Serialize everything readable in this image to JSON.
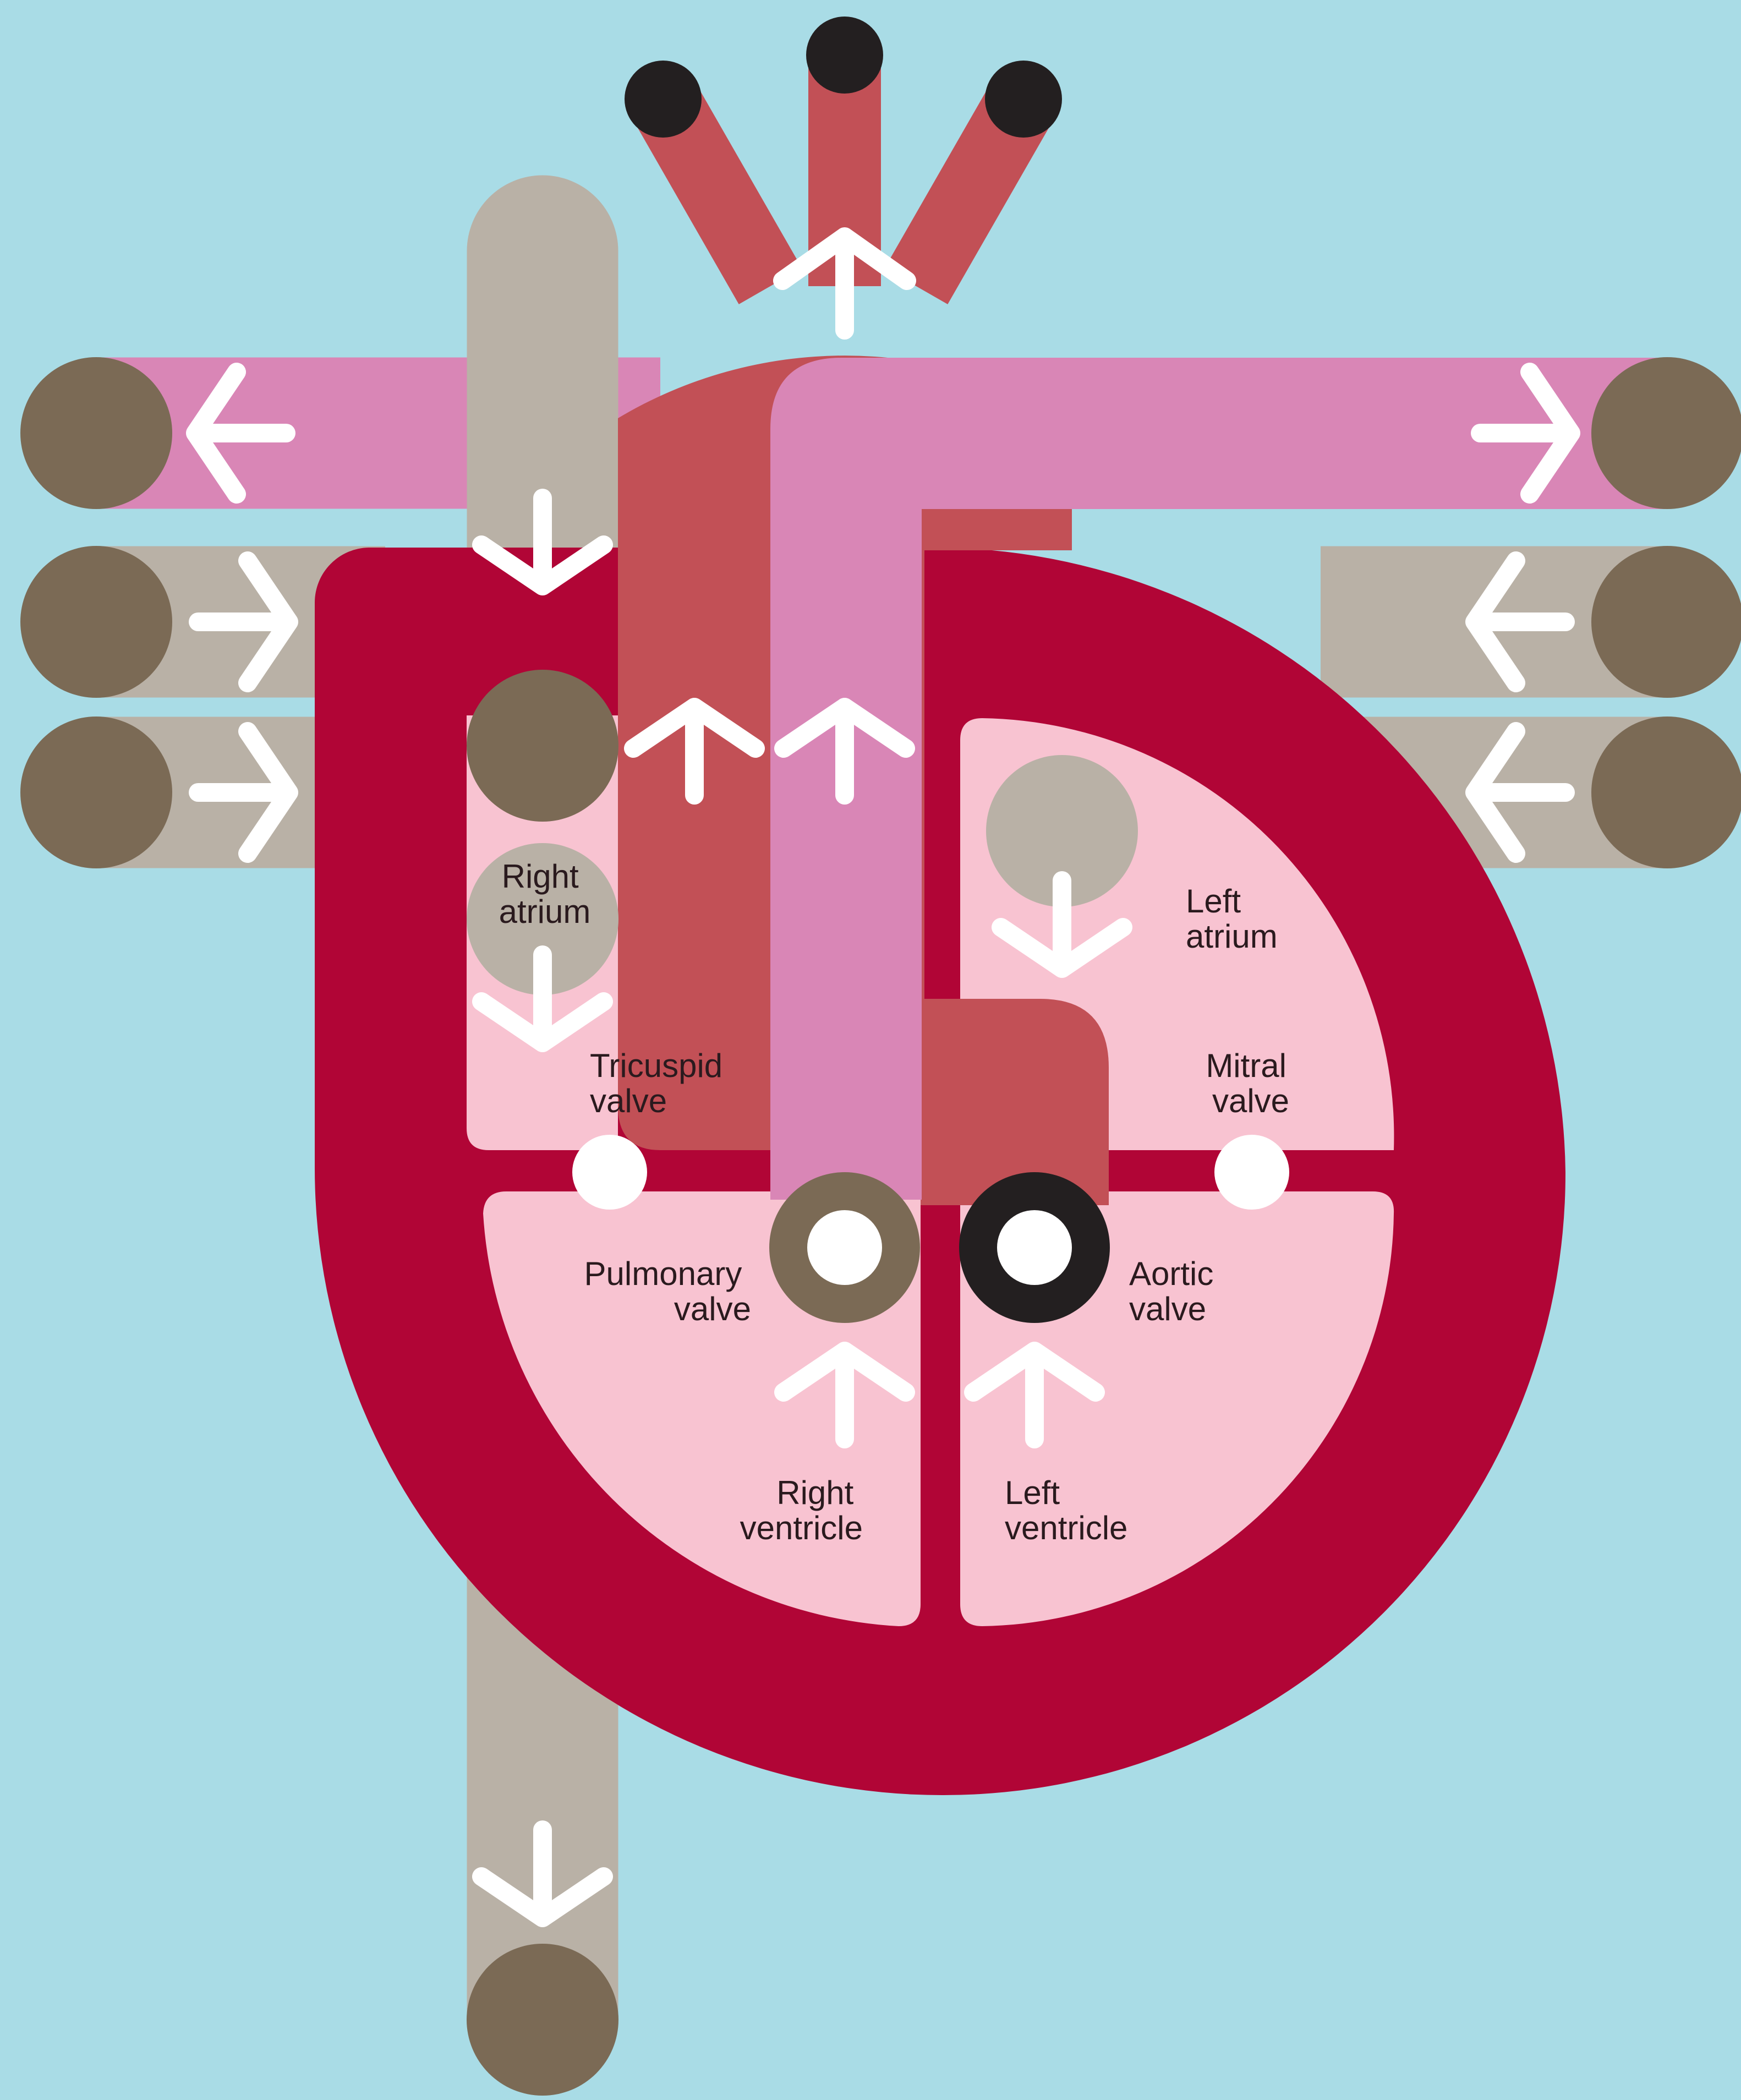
{
  "colors": {
    "background": "#a9dce6",
    "vein_gray": "#b9b1a6",
    "vessel_brown": "#7b6a55",
    "pulmonary_artery_pink": "#d986b6",
    "aorta_red": "#c25056",
    "heart_wall": "#b10536",
    "chamber_pink": "#f8c3d1",
    "valve_white": "#ffffff",
    "aortic_ring": "#231f20",
    "arrow": "#ffffff",
    "label_text": "#2a1a1e"
  },
  "labels": {
    "right_atrium": [
      "Right",
      "atrium"
    ],
    "left_atrium": [
      "Left",
      "atrium"
    ],
    "tricuspid_valve": [
      "Tricuspid",
      "valve"
    ],
    "mitral_valve": [
      "Mitral",
      "valve"
    ],
    "pulmonary_valve": [
      "Pulmonary",
      "valve"
    ],
    "aortic_valve": [
      "Aortic",
      "valve"
    ],
    "right_ventricle": [
      "Right",
      "ventricle"
    ],
    "left_ventricle": [
      "Left",
      "ventricle"
    ]
  },
  "arrows": [
    {
      "id": "aorta-out-arrow",
      "direction": "up"
    },
    {
      "id": "pulmonary-left-out-arrow",
      "direction": "left"
    },
    {
      "id": "pulmonary-right-out-arrow",
      "direction": "right"
    },
    {
      "id": "vein-in-left-upper-arrow",
      "direction": "right"
    },
    {
      "id": "vein-in-left-lower-arrow",
      "direction": "right"
    },
    {
      "id": "vein-in-right-upper-arrow",
      "direction": "left"
    },
    {
      "id": "vein-in-right-lower-arrow",
      "direction": "left"
    },
    {
      "id": "superior-vena-cava-arrow",
      "direction": "down"
    },
    {
      "id": "right-atrium-arrow",
      "direction": "down"
    },
    {
      "id": "left-atrium-arrow",
      "direction": "down"
    },
    {
      "id": "aorta-up-arrow",
      "direction": "up"
    },
    {
      "id": "pulmonary-up-arrow",
      "direction": "up"
    },
    {
      "id": "right-ventricle-arrow",
      "direction": "up"
    },
    {
      "id": "left-ventricle-arrow",
      "direction": "up"
    },
    {
      "id": "inferior-vena-cava-arrow",
      "direction": "down"
    }
  ]
}
